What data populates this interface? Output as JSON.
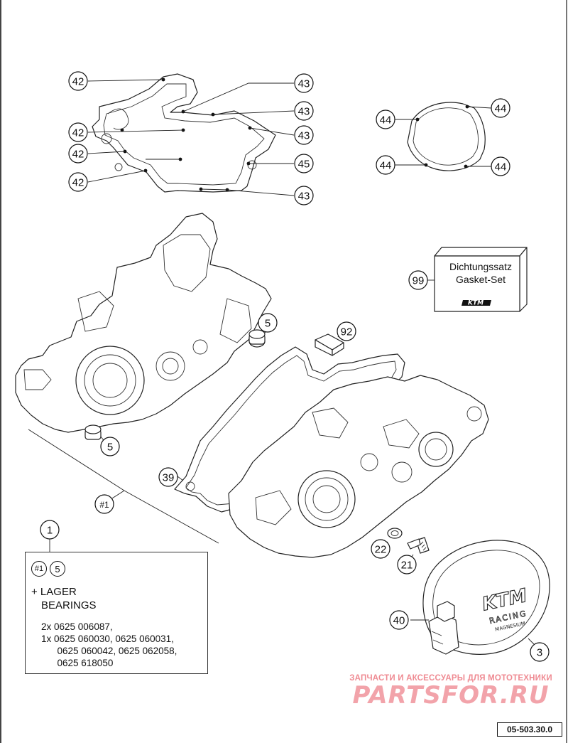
{
  "callouts": {
    "c42a": "42",
    "c42b": "42",
    "c42c": "42",
    "c42d": "42",
    "c43a": "43",
    "c43b": "43",
    "c43c": "43",
    "c43d": "43",
    "c45": "45",
    "c44a": "44",
    "c44b": "44",
    "c44c": "44",
    "c44d": "44",
    "c99": "99",
    "c5a": "5",
    "c5b": "5",
    "c92": "92",
    "c39": "39",
    "c1hash": "#1",
    "c1": "1",
    "c22": "22",
    "c21": "21",
    "c40": "40",
    "c3": "3"
  },
  "gasket_set": {
    "line1": "Dichtungssatz",
    "line2": "Gasket-Set",
    "logo_text": "KTM"
  },
  "cover_logo": {
    "line1": "KTM",
    "line2": "RACING",
    "line3": "MAGNESIUM"
  },
  "info_box": {
    "ref_a": "#1",
    "ref_b": "5",
    "line1": "+ LAGER",
    "line2": "BEARINGS",
    "parts": "2x 0625 006087,\n1x 0625 060030, 0625 060031,\n      0625 060042, 0625 062058,\n      0625 618050"
  },
  "watermark": {
    "top": "ЗАПЧАСТИ И АКСЕССУАРЫ ДЛЯ МОТОТЕХНИКИ",
    "big": "PARTSFOR.RU"
  },
  "diagram_code": "05-503.30.0"
}
